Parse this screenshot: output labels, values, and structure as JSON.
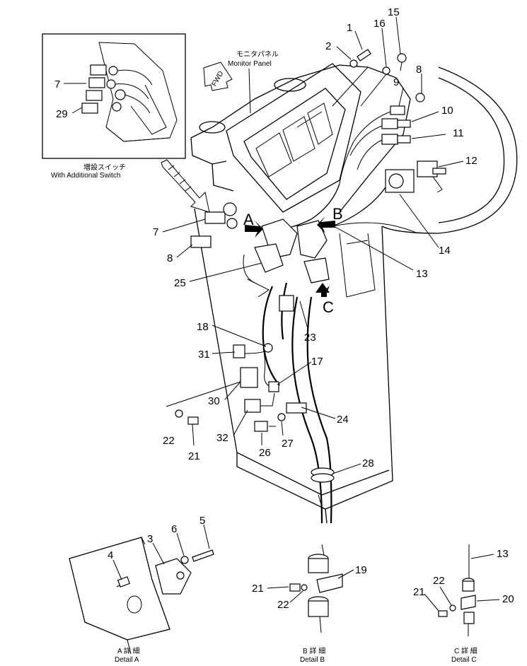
{
  "labels": {
    "monitor_panel_jp": "モニタパネル",
    "monitor_panel_en": "Monitor Panel",
    "fwd": "FWD",
    "additional_switch_jp": "増設スイッチ",
    "additional_switch_en": "With Additional Switch",
    "detail_a_jp": "A 詳 細",
    "detail_a_en": "Detail A",
    "detail_b_jp": "B 詳 細",
    "detail_b_en": "Detail B",
    "detail_c_jp": "C 詳 細",
    "detail_c_en": "Detail C",
    "view_a": "A",
    "view_b": "B",
    "view_c": "C"
  },
  "callouts": {
    "c1": "1",
    "c2": "2",
    "c3": "3",
    "c4": "4",
    "c5": "5",
    "c6": "6",
    "c7": "7",
    "c7b": "7",
    "c8": "8",
    "c8b": "8",
    "c9": "9",
    "c10": "10",
    "c11": "11",
    "c12": "12",
    "c13": "13",
    "c13b": "13",
    "c14": "14",
    "c15": "15",
    "c16": "16",
    "c17": "17",
    "c18": "18",
    "c19": "19",
    "c20": "20",
    "c21": "21",
    "c21b": "21",
    "c21c": "21",
    "c22": "22",
    "c22b": "22",
    "c22c": "22",
    "c23": "23",
    "c24": "24",
    "c25": "25",
    "c26": "26",
    "c27": "27",
    "c28": "28",
    "c29": "29",
    "c30": "30",
    "c31": "31",
    "c32": "32"
  }
}
